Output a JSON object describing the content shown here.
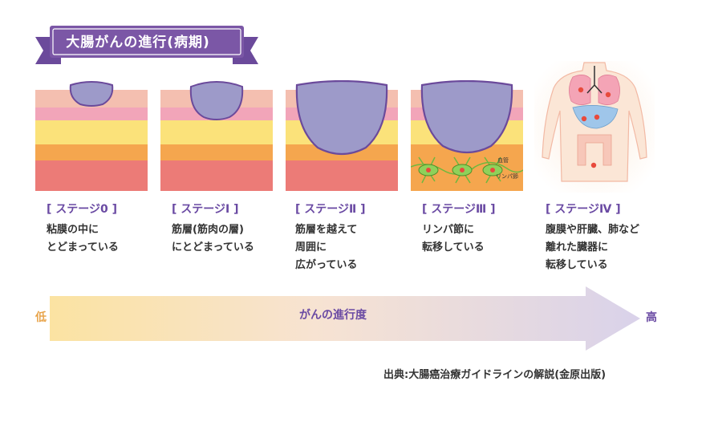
{
  "title": "大腸がんの進行(病期)",
  "stages": [
    {
      "label": "[ ステージ0 ]",
      "desc": "粘膜の中に\nとどまっている"
    },
    {
      "label": "[ ステージⅠ ]",
      "desc": "筋層(筋肉の層)\nにとどまっている"
    },
    {
      "label": "[ ステージⅡ ]",
      "desc": "筋層を越えて\n周囲に\n広がっている"
    },
    {
      "label": "[ ステージⅢ ]",
      "desc": "リンパ節に\n転移している"
    },
    {
      "label": "[ ステージⅣ ]",
      "desc": "腹膜や肝臓、肺など\n離れた臓器に\n転移している"
    }
  ],
  "stage3_labels": {
    "vessel": "血管",
    "lymph": "リンパ節"
  },
  "arrow": {
    "label": "がんの進行度",
    "low": "低",
    "high": "高"
  },
  "source": "出典:大腸癌治療ガイドラインの解説(金原出版)",
  "colors": {
    "purple": "#7b57a6",
    "tumor": "#9d9ac9",
    "layer_mucosa_top": "#f4bfb0",
    "layer_mucosa": "#f2a5b9",
    "layer_yellow": "#fbe27a",
    "layer_orange": "#f5a64e",
    "layer_red": "#ec7b77",
    "lymph_green": "#8fd15a"
  }
}
